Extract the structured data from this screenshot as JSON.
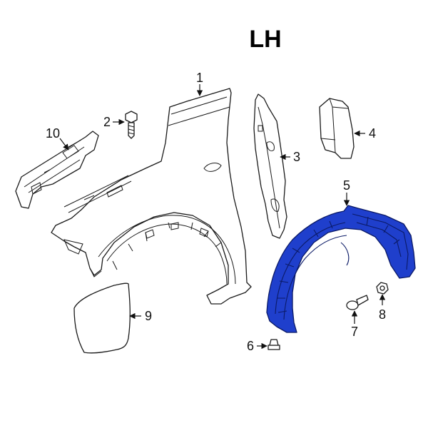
{
  "diagram": {
    "side_label": "LH",
    "highlight_color": "#1f3fcc",
    "callouts": [
      {
        "id": "c1",
        "number": "1",
        "part": "fender"
      },
      {
        "id": "c2",
        "number": "2",
        "part": "bolt"
      },
      {
        "id": "c3",
        "number": "3",
        "part": "fender-insulator"
      },
      {
        "id": "c4",
        "number": "4",
        "part": "bracket"
      },
      {
        "id": "c5",
        "number": "5",
        "part": "fender-liner"
      },
      {
        "id": "c6",
        "number": "6",
        "part": "liner-clip"
      },
      {
        "id": "c7",
        "number": "7",
        "part": "liner-screw"
      },
      {
        "id": "c8",
        "number": "8",
        "part": "retainer-nut"
      },
      {
        "id": "c9",
        "number": "9",
        "part": "fuel-door"
      },
      {
        "id": "c10",
        "number": "10",
        "part": "fender-support-bracket"
      }
    ]
  }
}
